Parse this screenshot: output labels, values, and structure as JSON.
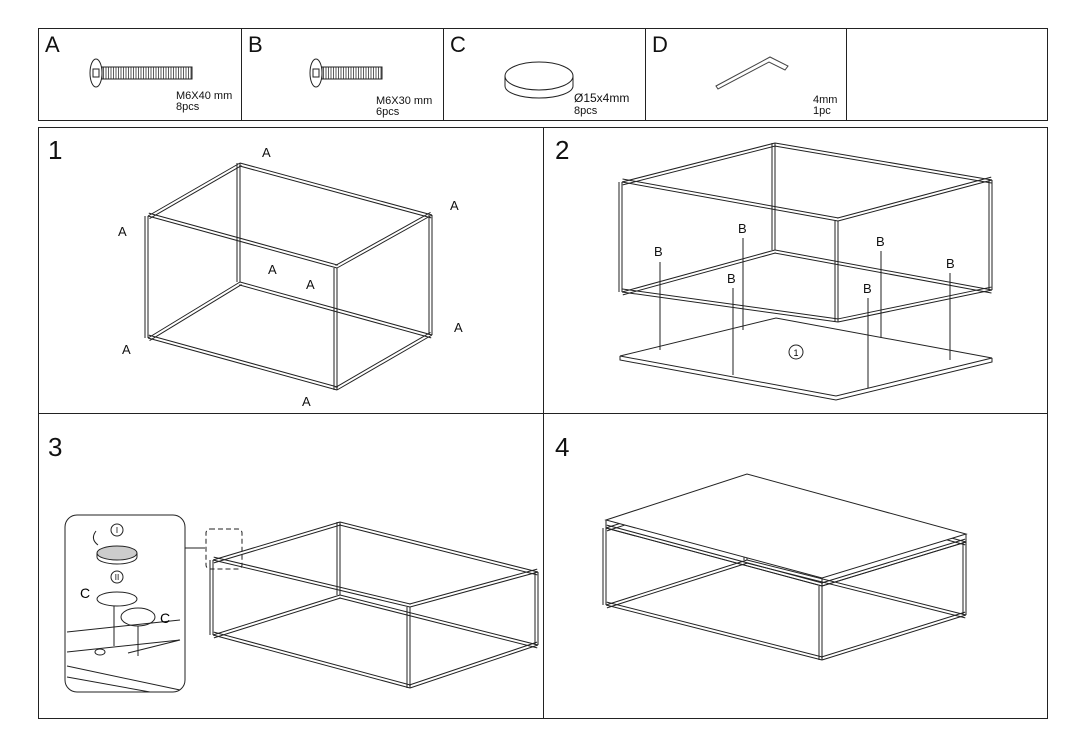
{
  "parts": [
    {
      "letter": "A",
      "spec": "M6X40 mm",
      "qty": "8pcs",
      "icon": "long-screw-icon"
    },
    {
      "letter": "B",
      "spec": "M6X30 mm",
      "qty": "6pcs",
      "icon": "short-screw-icon"
    },
    {
      "letter": "C",
      "spec": "Ø15x4mm",
      "qty": "8pcs",
      "icon": "felt-pad-icon"
    },
    {
      "letter": "D",
      "spec": "4mm",
      "qty": "1pc",
      "icon": "allen-key-icon"
    }
  ],
  "steps": [
    {
      "number": "1",
      "label": "A"
    },
    {
      "number": "2",
      "label": "B",
      "board_number": "1"
    },
    {
      "number": "3",
      "label": "C",
      "substep_1": "I",
      "substep_2": "II"
    },
    {
      "number": "4"
    }
  ]
}
